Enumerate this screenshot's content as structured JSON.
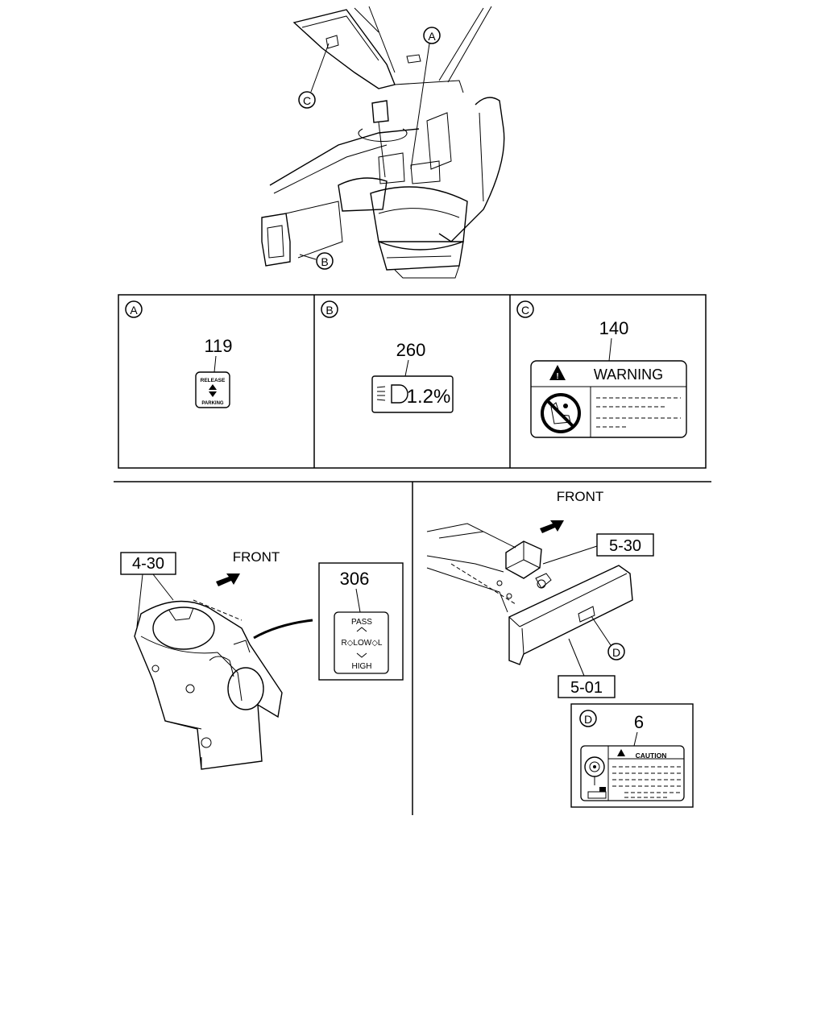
{
  "colors": {
    "ink": "#000000",
    "paper": "#ffffff"
  },
  "callouts": {
    "a": "A",
    "b": "B",
    "c": "C",
    "d": "D"
  },
  "panels": {
    "a": {
      "letter": "A",
      "part_no": "119",
      "label_top": "RELEASE",
      "label_bottom": "PARKING"
    },
    "b": {
      "letter": "B",
      "part_no": "260",
      "label_value": "1.2%"
    },
    "c": {
      "letter": "C",
      "part_no": "140",
      "label_title": "WARNING"
    }
  },
  "lower_left": {
    "front": "FRONT",
    "ref": "4-30",
    "part_no": "306",
    "label_pass": "PASS",
    "label_low": "R◇LOW◇L",
    "label_high": "HIGH"
  },
  "lower_right": {
    "front": "FRONT",
    "ref_top": "5-30",
    "ref_bottom": "5-01",
    "callout": "D",
    "panel": {
      "letter": "D",
      "part_no": "6",
      "label_title": "CAUTION"
    }
  }
}
